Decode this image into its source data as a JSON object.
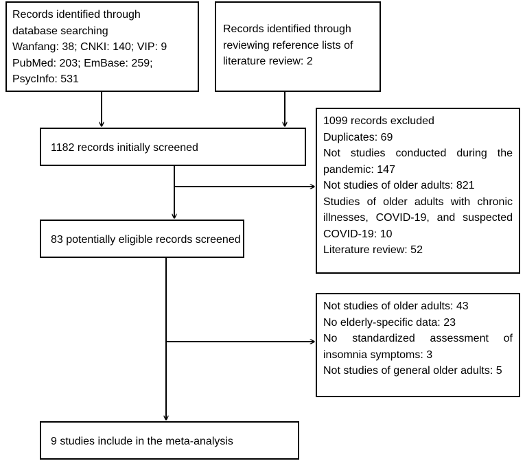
{
  "boxes": {
    "database": {
      "lines": [
        "Records identified through",
        "database searching",
        "Wanfang: 38; CNKI: 140; VIP: 9",
        "PubMed: 203; EmBase: 259;",
        "PsycInfo: 531"
      ]
    },
    "reference": {
      "lines": [
        "Records identified through",
        "reviewing reference lists of",
        "literature review: 2"
      ]
    },
    "screened": {
      "label": "1182 records initially screened"
    },
    "excluded1": {
      "lines": [
        "1099 records excluded",
        "Duplicates: 69",
        "Not studies conducted during the",
        "pandemic: 147",
        "Not studies of older adults: 821",
        "Studies of older adults with chronic",
        "illnesses, COVID-19, and suspected",
        "COVID-19: 10",
        "Literature review: 52"
      ]
    },
    "eligible": {
      "label": "83 potentially eligible records screened"
    },
    "excluded2": {
      "lines": [
        "Not studies of older adults: 43",
        "No elderly-specific data: 23",
        "No standardized assessment of",
        "insomnia symptoms: 3",
        "Not studies of general older adults: 5"
      ]
    },
    "included": {
      "label": "9 studies include in the meta-analysis"
    }
  }
}
